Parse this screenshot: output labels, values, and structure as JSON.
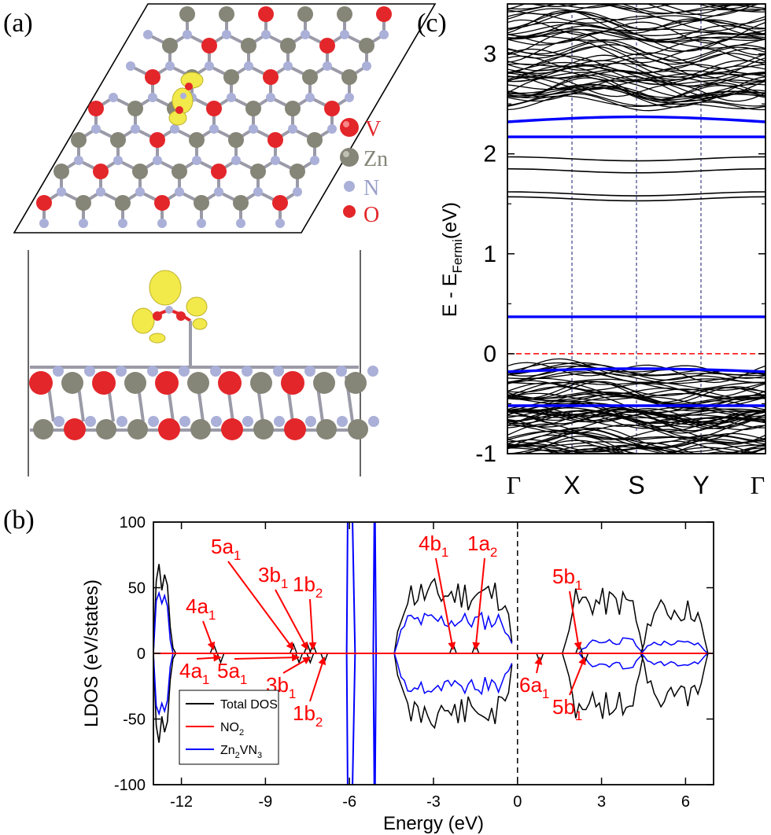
{
  "panels": {
    "a": "(a)",
    "b": "(b)",
    "c": "(c)"
  },
  "legend_atoms": [
    {
      "symbol": "V",
      "color": "#e3262a",
      "size": "large"
    },
    {
      "symbol": "Zn",
      "color": "#858578",
      "size": "large"
    },
    {
      "symbol": "N",
      "color": "#aab0d8",
      "size": "small"
    },
    {
      "symbol": "O",
      "color": "#e3262a",
      "size": "small"
    }
  ],
  "colors": {
    "v_atom": "#e3262a",
    "zn_atom": "#858578",
    "n_atom": "#aab0d8",
    "o_atom": "#e3262a",
    "charge_density": "#f2e94a",
    "total_dos": "#000000",
    "no2": "#ff0000",
    "zn2vn3": "#0000ff",
    "annotation": "#ff0000"
  },
  "chart_data": [
    {
      "type": "line",
      "id": "band-structure",
      "ylabel": "E - E",
      "ylabel_sub": "Fermi",
      "ylabel_unit": "(eV)",
      "ylim": [
        -1,
        3.5
      ],
      "yticks": [
        "-1",
        "0",
        "1",
        "2",
        "3"
      ],
      "kpoints": [
        "Γ",
        "X",
        "S",
        "Y",
        "Γ"
      ],
      "fermi_level": 0,
      "highlighted_bands_blue": [
        2.17,
        2.32,
        0.37,
        -0.18,
        -0.52
      ],
      "flat_black_levels": [
        1.95,
        1.83,
        1.6,
        1.55
      ],
      "valence_region": [
        -1,
        -0.15
      ],
      "conduction_region": [
        2.5,
        3.5
      ]
    },
    {
      "type": "line",
      "id": "ldos",
      "xlabel": "Energy (eV)",
      "ylabel": "LDOS (eV/states)",
      "xlim": [
        -13,
        7
      ],
      "ylim": [
        -100,
        100
      ],
      "xticks": [
        "-12",
        "-9",
        "-6",
        "-3",
        "0",
        "3",
        "6"
      ],
      "yticks": [
        "100",
        "50",
        "0",
        "-50",
        "-100"
      ],
      "legend": [
        {
          "label": "Total DOS",
          "color": "#000000"
        },
        {
          "label": "NO",
          "sub": "2",
          "color": "#ff0000"
        },
        {
          "label": "Zn",
          "sub": "2",
          "mid": "VN",
          "sub2": "3",
          "color": "#0000ff"
        }
      ],
      "series": [
        {
          "name": "Total DOS",
          "x": [
            -13,
            -12.9,
            -12.8,
            -12.7,
            -12.6,
            -12.5,
            -12.4,
            -12.3,
            -12.2
          ],
          "y": [
            0,
            55,
            68,
            48,
            60,
            52,
            20,
            4,
            0
          ]
        },
        {
          "name": "Zn2VN3",
          "x": [
            -13,
            -12.9,
            -12.8,
            -12.7,
            -12.6,
            -12.5,
            -12.4,
            -12.3
          ],
          "y": [
            0,
            40,
            46,
            38,
            44,
            36,
            10,
            0
          ]
        }
      ],
      "annotations": [
        {
          "text": "4a",
          "sub": "1",
          "x": -10.85,
          "y": 3,
          "side": "upper"
        },
        {
          "text": "4a",
          "sub": "1",
          "x": -10.6,
          "y": -3,
          "side": "lower"
        },
        {
          "text": "5a",
          "sub": "1",
          "x": -8.0,
          "y": 3,
          "side": "upper"
        },
        {
          "text": "5a",
          "sub": "1",
          "x": -7.8,
          "y": -3,
          "side": "lower"
        },
        {
          "text": "3b",
          "sub": "1",
          "x": -7.5,
          "y": 3,
          "side": "upper"
        },
        {
          "text": "3b",
          "sub": "1",
          "x": -7.4,
          "y": -3,
          "side": "lower"
        },
        {
          "text": "1b",
          "sub": "2",
          "x": -7.3,
          "y": 3,
          "side": "upper"
        },
        {
          "text": "1b",
          "sub": "2",
          "x": -6.9,
          "y": -3,
          "side": "lower"
        },
        {
          "text": "4b",
          "sub": "1",
          "x": -2.3,
          "y": 3,
          "side": "upper"
        },
        {
          "text": "1a",
          "sub": "2",
          "x": -1.5,
          "y": 3,
          "side": "upper"
        },
        {
          "text": "6a",
          "sub": "1",
          "x": 0.8,
          "y": -3,
          "side": "lower"
        },
        {
          "text": "5b",
          "sub": "1",
          "x": 2.2,
          "y": 3,
          "side": "upper"
        },
        {
          "text": "5b",
          "sub": "1",
          "x": 2.4,
          "y": -3,
          "side": "lower"
        }
      ],
      "fermi_level": 0
    }
  ]
}
